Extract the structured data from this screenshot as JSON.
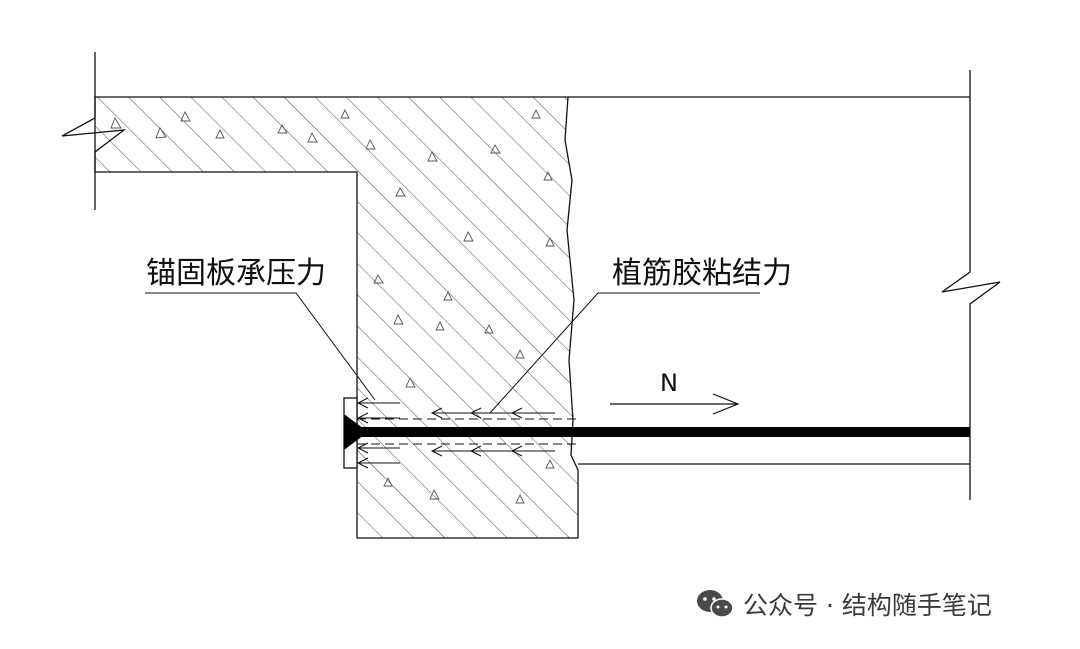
{
  "labels": {
    "anchor_plate_bearing": "锚固板承压力",
    "rebar_bond": "植筋胶粘结力",
    "tension": "N"
  },
  "watermark": {
    "icon": "wechat-icon",
    "text": "公众号 · 结构随手笔记"
  },
  "colors": {
    "line": "#111111",
    "background": "#ffffff",
    "watermark": "#3a3a3a"
  }
}
